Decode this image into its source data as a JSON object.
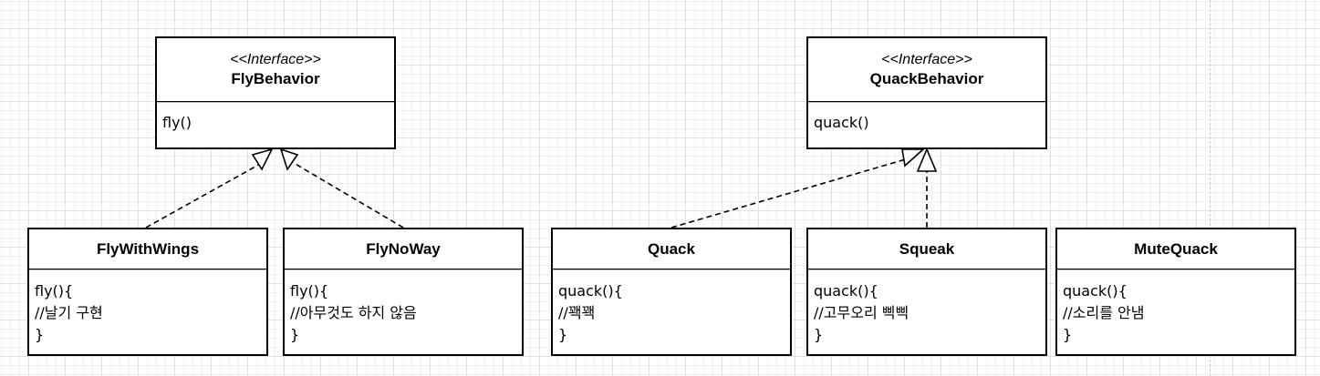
{
  "interfaces": [
    {
      "stereotype": "<<Interface>>",
      "name": "FlyBehavior",
      "methods": [
        "fly()"
      ]
    },
    {
      "stereotype": "<<Interface>>",
      "name": "QuackBehavior",
      "methods": [
        "quack()"
      ]
    }
  ],
  "classes": [
    {
      "name": "FlyWithWings",
      "body": [
        "fly(){",
        "//날기 구현",
        "}"
      ]
    },
    {
      "name": "FlyNoWay",
      "body": [
        "fly(){",
        "//아무것도 하지 않음",
        "}"
      ]
    },
    {
      "name": "Quack",
      "body": [
        "quack(){",
        "//꽥꽥",
        "}"
      ]
    },
    {
      "name": "Squeak",
      "body": [
        "quack(){",
        "//고무오리 삑삑",
        "}"
      ]
    },
    {
      "name": "MuteQuack",
      "body": [
        "quack(){",
        "//소리를 안냄",
        "}"
      ]
    }
  ],
  "relations": [
    {
      "type": "realization",
      "from": "FlyWithWings",
      "to": "FlyBehavior"
    },
    {
      "type": "realization",
      "from": "FlyNoWay",
      "to": "FlyBehavior"
    },
    {
      "type": "realization",
      "from": "Quack",
      "to": "QuackBehavior"
    },
    {
      "type": "realization",
      "from": "Squeak",
      "to": "QuackBehavior"
    }
  ]
}
